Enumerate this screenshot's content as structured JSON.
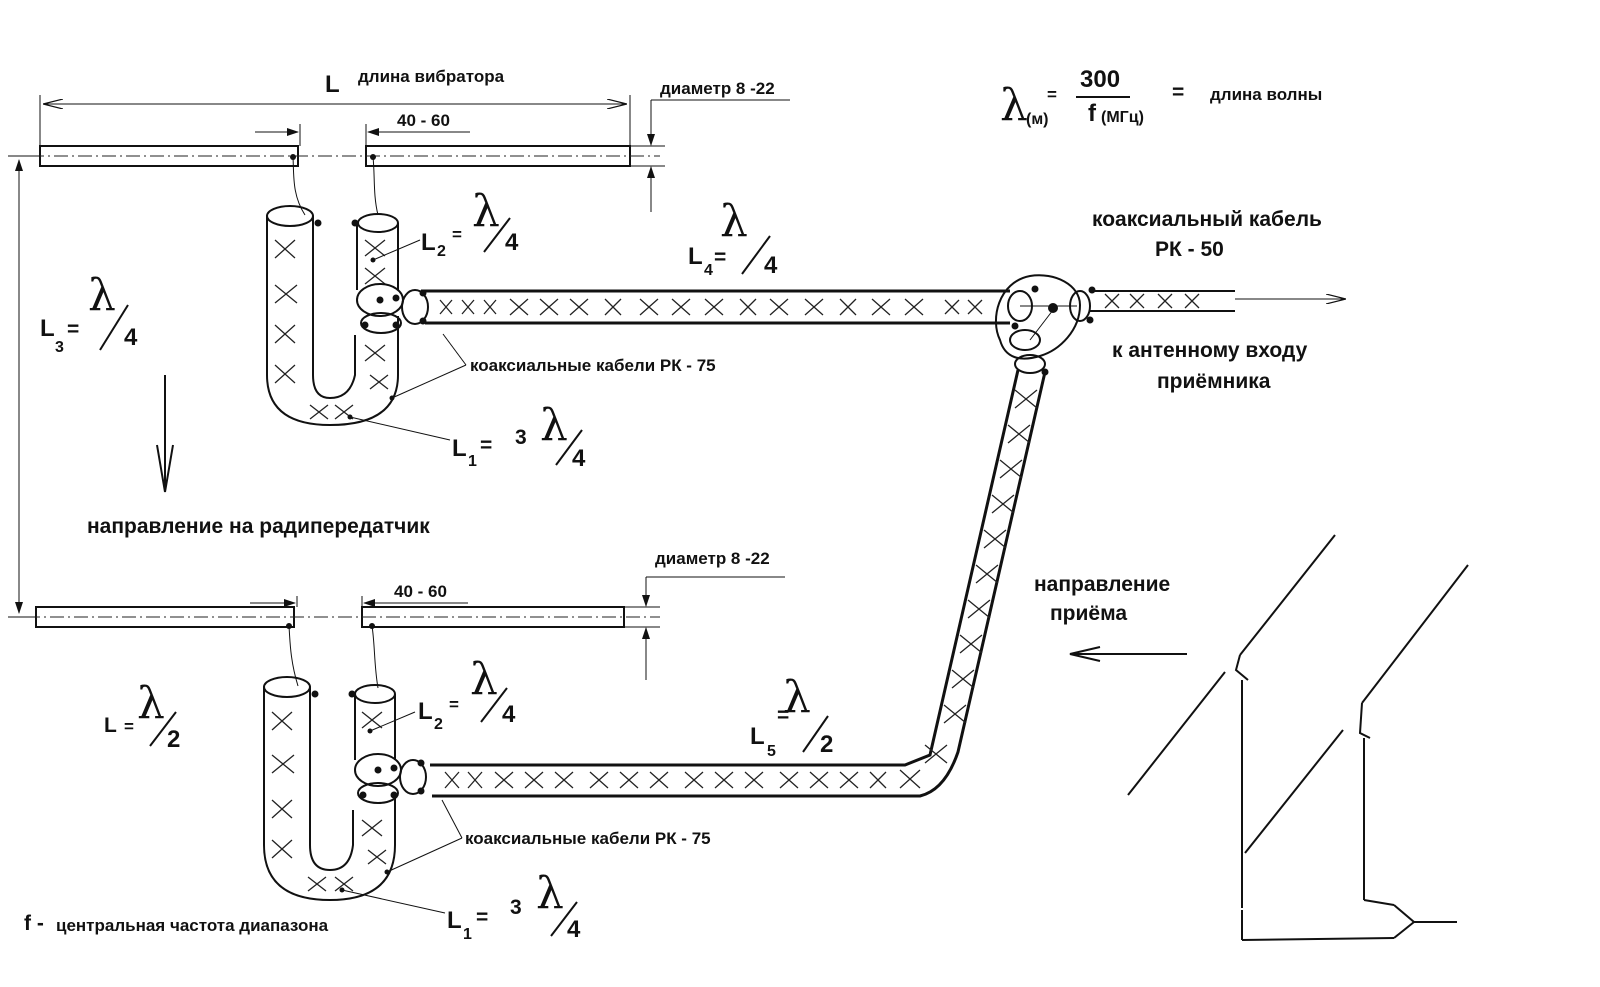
{
  "labels": {
    "L_letter": "L",
    "vibrator_length": "длина вибратора",
    "gap_top": "40 - 60",
    "gap_bottom": "40 - 60",
    "diameter_top": "диаметр 8 -22",
    "diameter_bottom": "диаметр 8 -22",
    "formula_lambda_unit": "(м)",
    "formula_eq1": "=",
    "formula_numerator": "300",
    "formula_f": "f",
    "formula_f_unit": "(МГц)",
    "formula_eq2": "=",
    "formula_result": "длина волны",
    "coax50_line1": "коаксиальный кабель",
    "coax50_line2": "РК - 50",
    "to_receiver_line1": "к антенному входу",
    "to_receiver_line2": "приёмника",
    "coax75_top": "коаксиальные кабели РК - 75",
    "coax75_bottom": "коаксиальные кабели РК - 75",
    "direction_transmitter": "направление на радипередатчик",
    "direction_receive_line1": "направление",
    "direction_receive_line2": "приёма",
    "f_letter": "f -",
    "f_definition": "центральная частота диапазона"
  },
  "formulas": {
    "L3": {
      "L": "L",
      "sub": "3",
      "eq": "=",
      "num": "",
      "den": "4"
    },
    "L2_top": {
      "L": "L",
      "sub": "2",
      "eq": "=",
      "num": "",
      "den": "4"
    },
    "L4": {
      "L": "L",
      "sub": "4",
      "eq": "=",
      "num": "",
      "den": "4"
    },
    "L1_top": {
      "L": "L",
      "sub": "1",
      "eq": "=",
      "num": "3",
      "den": "4"
    },
    "L_half": {
      "L": "L",
      "sub": "",
      "eq": "=",
      "num": "",
      "den": "2"
    },
    "L2_bottom": {
      "L": "L",
      "sub": "2",
      "eq": "=",
      "num": "",
      "den": "4"
    },
    "L5": {
      "L": "L",
      "sub": "5",
      "eq": "=",
      "num": "",
      "den": "2"
    },
    "L1_bottom": {
      "L": "L",
      "sub": "1",
      "eq": "=",
      "num": "3",
      "den": "4"
    }
  }
}
